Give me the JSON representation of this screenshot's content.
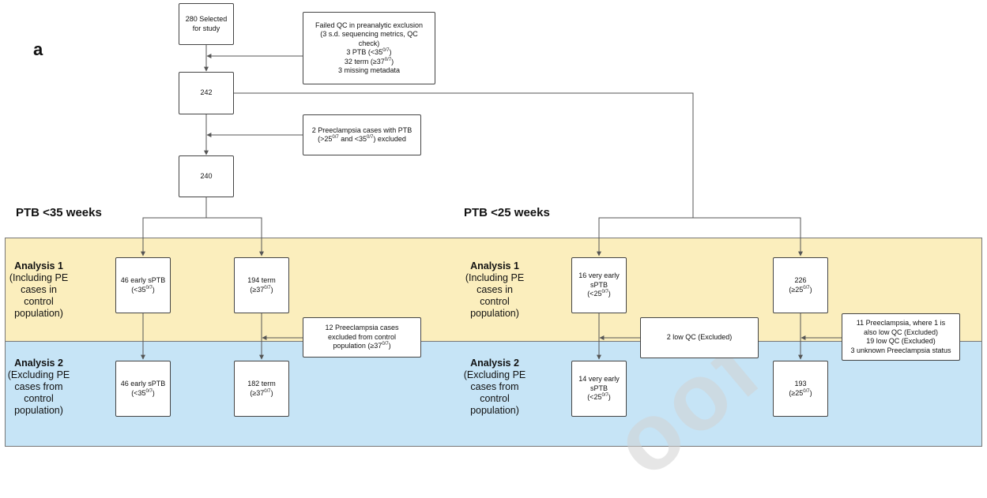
{
  "panel_label": "a",
  "headings": {
    "left": "PTB <35 weeks",
    "right": "PTB <25 weeks"
  },
  "analysis1": {
    "title": "Analysis 1",
    "desc": "(Including PE cases in control population)"
  },
  "analysis2": {
    "title": "Analysis 2",
    "desc": "(Excluding PE cases from control population)"
  },
  "boxes": {
    "selected": [
      "280 Selected",
      "for study"
    ],
    "qc_fail": [
      "Failed QC in preanalytic exclusion",
      "(3 s.d. sequencing metrics, QC",
      "check)",
      "3 PTB (<35",
      "0/7",
      ")",
      "32 term  (≥37",
      "0/7",
      ")",
      "3 missing metadata"
    ],
    "n242": "242",
    "preeclampsia_ptb": [
      "2 Preeclampsia cases with PTB",
      "(>25",
      "0/7",
      " and <35",
      "0/7",
      ") excluded"
    ],
    "n240": "240",
    "a1_early": [
      "46 early sPTB",
      "(<35",
      "0/7",
      ")"
    ],
    "a1_term": [
      "194 term",
      "(≥37",
      "0/7",
      ")"
    ],
    "pe_excluded": [
      "12 Preeclampsia  cases",
      "excluded from control",
      "population (≥37",
      "0/7",
      ")"
    ],
    "a2_early": [
      "46 early sPTB",
      "(<35",
      "0/7",
      ")"
    ],
    "a2_term": [
      "182 term",
      "(≥37",
      "0/7",
      ")"
    ],
    "a1_very_early": [
      "16 very early",
      "sPTB",
      "(<25",
      "0/7",
      ")"
    ],
    "lowqc": "2 low QC (Excluded)",
    "a1_226": [
      "226",
      "(≥25",
      "0/7",
      ")"
    ],
    "pe_11": [
      "11 Preeclampsia, where 1 is",
      "also low QC (Excluded)",
      "19 low QC (Excluded)",
      "3 unknown Preeclampsia status"
    ],
    "a2_very_early": [
      "14 very early",
      "sPTB",
      "(<25",
      "0/7",
      ")"
    ],
    "a2_193": [
      "193",
      "(≥25",
      "0/7",
      ")"
    ]
  },
  "watermark": "oof"
}
